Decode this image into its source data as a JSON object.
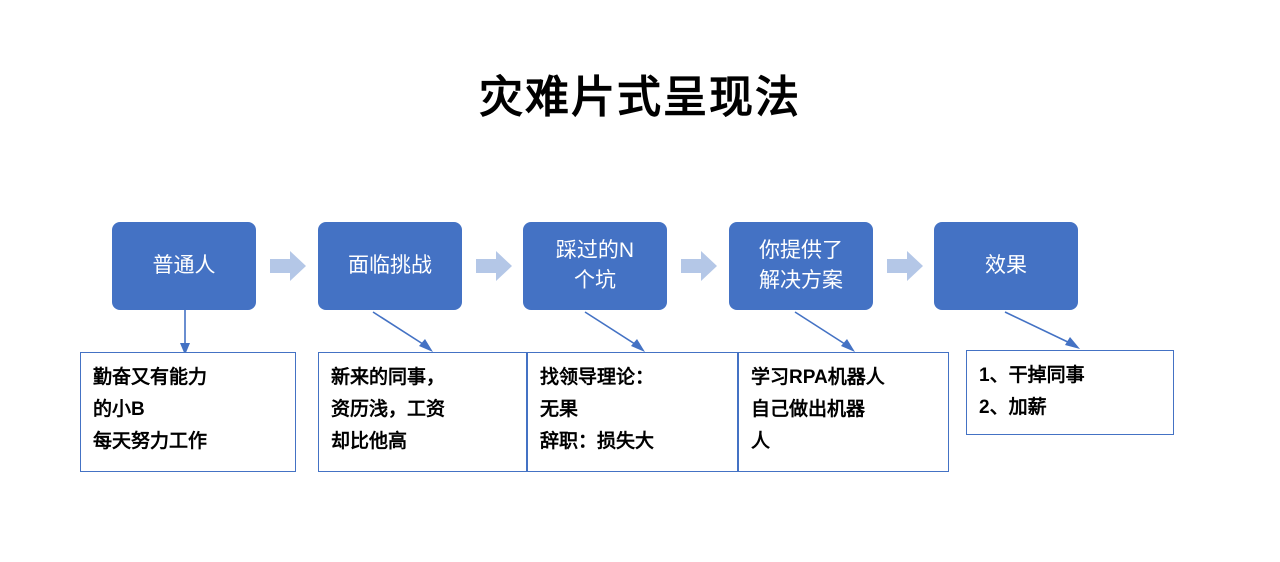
{
  "slide": {
    "title": "灾难片式呈现法",
    "accent_color": "#4472C4",
    "chevron_color": "#B4C7E7",
    "background_color": "#FFFFFF",
    "text_color": "#000000"
  },
  "process": {
    "steps": [
      {
        "id": "step-1",
        "label": "普通人"
      },
      {
        "id": "step-2",
        "label": "面临挑战"
      },
      {
        "id": "step-3",
        "label": "踩过的N\n个坑"
      },
      {
        "id": "step-4",
        "label": "你提供了\n解决方案"
      },
      {
        "id": "step-5",
        "label": "效果"
      }
    ],
    "connector_icons": [
      {
        "id": "chevron-1",
        "icon": "right-arrow-icon"
      },
      {
        "id": "chevron-2",
        "icon": "right-arrow-icon"
      },
      {
        "id": "chevron-3",
        "icon": "right-arrow-icon"
      },
      {
        "id": "chevron-4",
        "icon": "right-arrow-icon"
      }
    ]
  },
  "details": {
    "boxes": [
      {
        "id": "detail-1",
        "text": "勤奋又有能力\n的小B\n每天努力工作"
      },
      {
        "id": "detail-2",
        "text": "新来的同事，\n资历浅，工资\n却比他高"
      },
      {
        "id": "detail-3",
        "text": "找领导理论：\n无果\n辞职：损失大"
      },
      {
        "id": "detail-4",
        "text": "学习RPA机器人\n自己做出机器\n人"
      },
      {
        "id": "detail-5",
        "text": "1、干掉同事\n2、加薪"
      }
    ]
  },
  "connectors": [
    {
      "id": "connector-1",
      "from": "step-1",
      "to": "detail-1",
      "style": "straight-down-arrow"
    },
    {
      "id": "connector-2",
      "from": "step-2",
      "to": "detail-2",
      "style": "diagonal-down-right-arrow"
    },
    {
      "id": "connector-3",
      "from": "step-3",
      "to": "detail-3",
      "style": "diagonal-down-right-arrow"
    },
    {
      "id": "connector-4",
      "from": "step-4",
      "to": "detail-4",
      "style": "diagonal-down-right-arrow"
    },
    {
      "id": "connector-5",
      "from": "step-5",
      "to": "detail-5",
      "style": "diagonal-down-right-arrow"
    }
  ]
}
